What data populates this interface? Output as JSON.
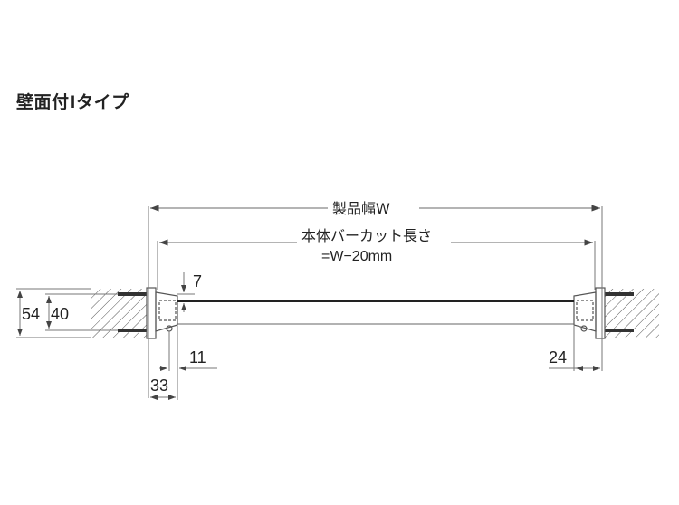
{
  "title": "壁面付Iタイプ",
  "dimensions": {
    "product_width": "製品幅W",
    "cut_length_line1": "本体バーカット長さ",
    "cut_length_line2": "=W−20mm",
    "d54": "54",
    "d40": "40",
    "d7": "7",
    "d11": "11",
    "d33": "33",
    "d24": "24"
  },
  "colors": {
    "line": "#666666",
    "text": "#222222",
    "screw": "#333333",
    "hatch": "#555555"
  }
}
